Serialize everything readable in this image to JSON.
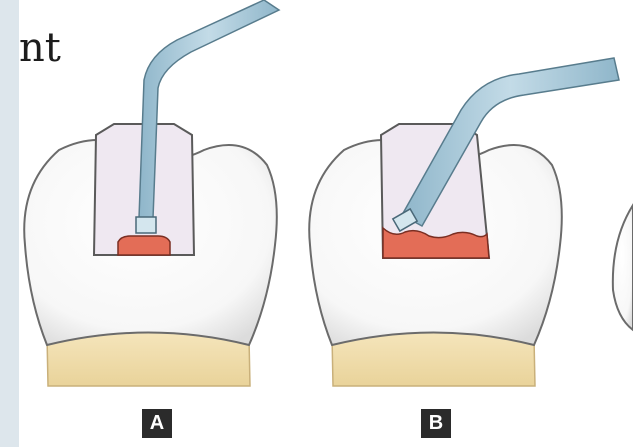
{
  "cutoff_text": "nt",
  "panels": [
    {
      "label": "A"
    },
    {
      "label": "B"
    }
  ],
  "colors": {
    "background": "#dde6ec",
    "enamel": "#fbfbfb",
    "cavity": "#efe8f1",
    "restorative_material": "#e36d57",
    "instrument": "#a9c9d9",
    "root": "#f2dfae",
    "label_box": "#2b2b2b"
  }
}
